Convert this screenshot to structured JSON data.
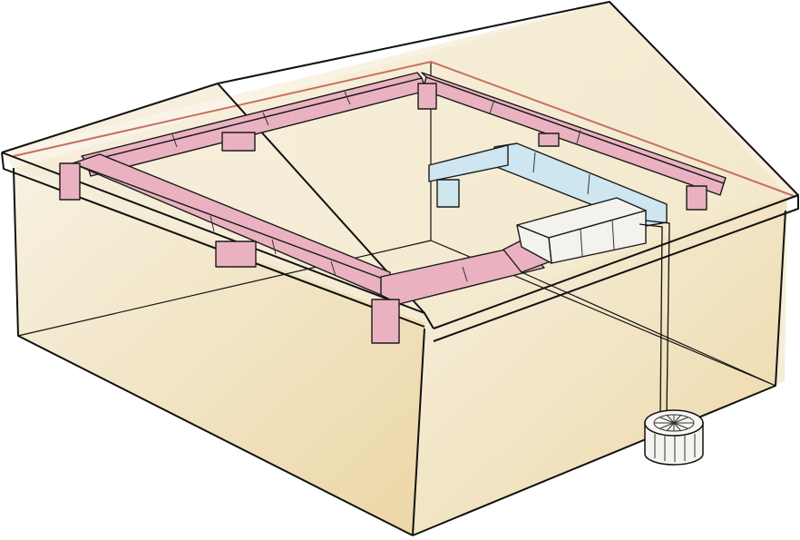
{
  "figure": {
    "subject": "attic-ductwork-cutaway",
    "colors": {
      "wall_light": "#f7f1e1",
      "wall_warm": "#efdcb0",
      "roof_tint": "#f3e8c8",
      "supply_duct": "#eab2c0",
      "return_duct": "#cde6ef",
      "air_handler": "#f4f2ec",
      "ridge_line": "#c87060",
      "outline": "#111111"
    },
    "components": [
      "supply-duct-loop",
      "return-duct",
      "air-handler",
      "outdoor-condenser",
      "refrigerant-line"
    ]
  }
}
